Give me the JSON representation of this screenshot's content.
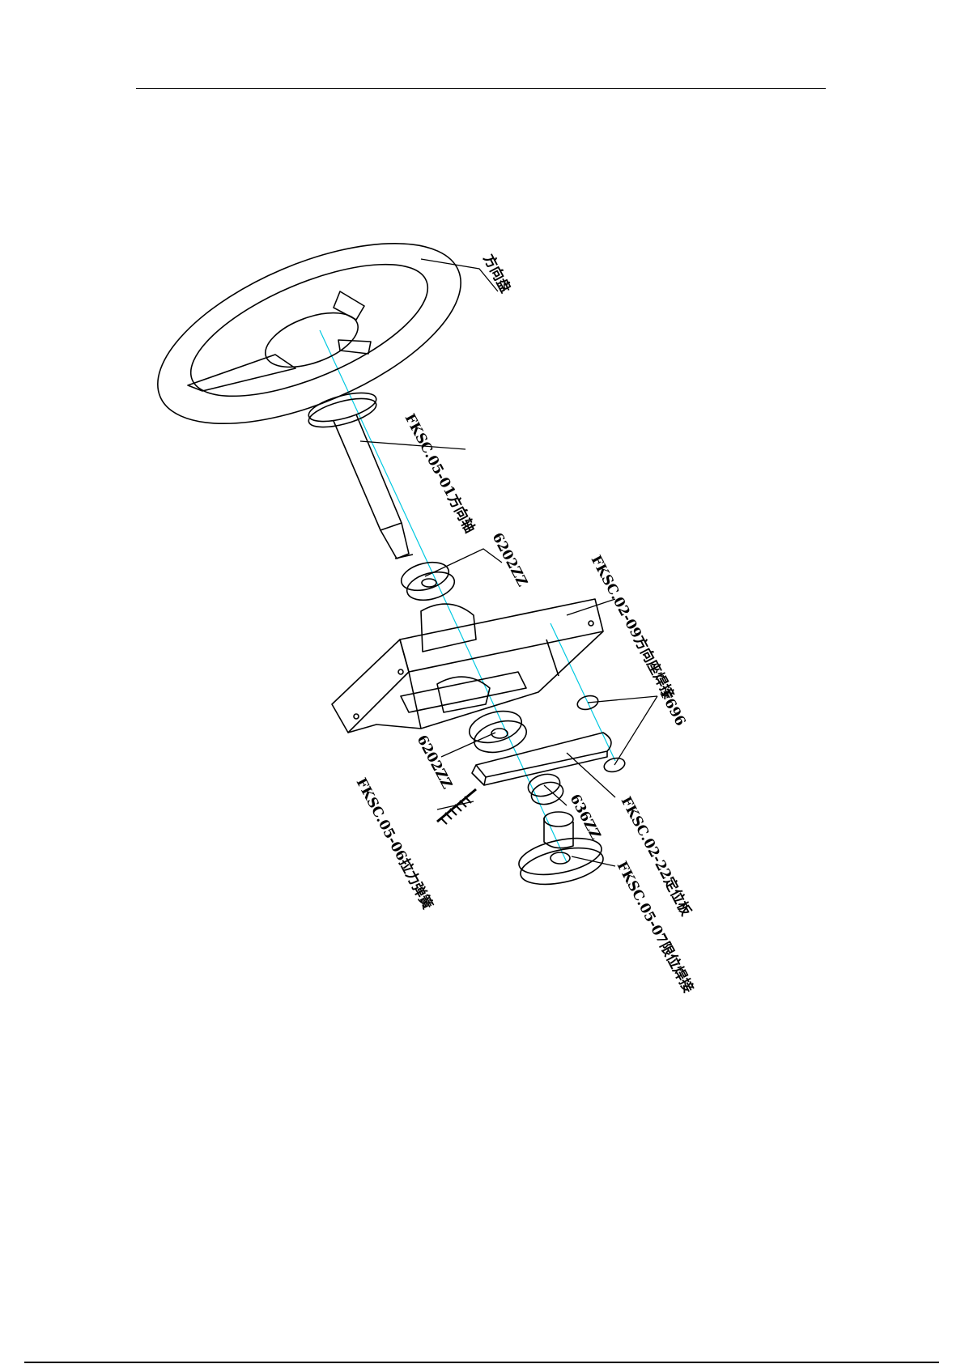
{
  "labels": {
    "steering_wheel": "方向盘",
    "steering_shaft": "FKSC.05-01方向轴",
    "bearing_upper": "6202ZZ",
    "steering_seat": "FKSC.02-09方向座焊接",
    "bearing_f696": "F696",
    "bearing_lower": "6202ZZ",
    "spring": "FKSC.05-06拉力弹簧",
    "bearing_636": "636ZZ",
    "positioning_plate": "FKSC.02-22定位板",
    "limit_plate": "FKSC.05-07限位焊接"
  },
  "colors": {
    "line": "#000000",
    "axis": "#00c8e0",
    "background": "#ffffff"
  }
}
